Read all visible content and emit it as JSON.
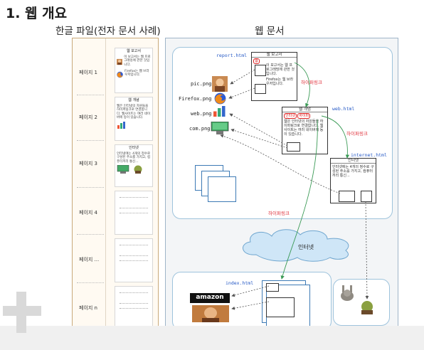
{
  "title": "1. 웹 개요",
  "left_heading": "한글 파일(전자 문서 사례)",
  "right_heading": "웹 문서",
  "left_pages": [
    {
      "label": "페이지 1",
      "page_title": "웹 보고서",
      "text_a": "이 보고서는 웹 프로그래밍에 관한 것입니다.",
      "text_b": "Firefox는 웹 브라우저입니다."
    },
    {
      "label": "페이지 2",
      "page_title": "웹 개념",
      "text_a": "웹은 인터넷의 자원들을 하이퍼링크로 연결합니다. 웹사이트는 여러 네이버에 등이 있습니다."
    },
    {
      "label": "페이지 3",
      "page_title": "인터넷",
      "text_a": "인터넷에는 4개의 정수로 구성된 주소를 가지고, 컴퓨터끼리 통신..."
    },
    {
      "label": "페이지 4"
    },
    {
      "label": "페이지 ..."
    },
    {
      "label": "페이지 n"
    }
  ],
  "files": {
    "report": "report.html",
    "web": "web.html",
    "internet": "internet.html",
    "index": "index.html"
  },
  "resources": {
    "pic": "pic.png",
    "firefox": "Firefox.png",
    "web": "web.png",
    "com": "com.png"
  },
  "web_pages": {
    "report": {
      "title": "웹 보고서",
      "text_a": "이 보고서는 웹 프로그래밍에 관한 것입니다.",
      "text_b": "Firefox는 웹 브라우저입니다.",
      "hl": "웹"
    },
    "web": {
      "title": "웹 개념",
      "text": "웹은 인터넷의 자원들을 하이퍼링크로 연결합니다. 웹사이트는 여러 네이버에 등이 있습니다.",
      "hl_a": "인터넷",
      "hl_b": "하이퍼"
    },
    "internet": {
      "title": "인터넷",
      "text": "인터넷에는 4개의 정수로 구성된 주소를 가지고, 컴퓨터끼리 통신..."
    }
  },
  "hyperlink_label": "하이퍼링크",
  "cloud_label": "인터넷",
  "amazon_logo": "amazon"
}
